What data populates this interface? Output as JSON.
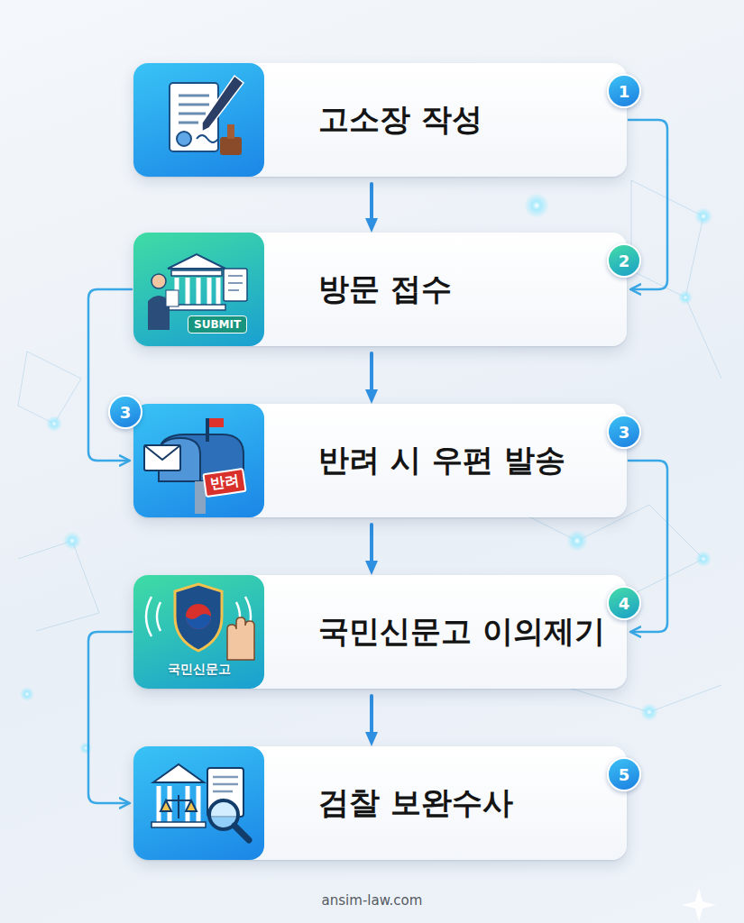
{
  "diagram": {
    "nodes": [
      {
        "text": [
          "고소장 작성"
        ]
      },
      {
        "text": [
          "방문 접수"
        ]
      },
      {
        "text": [
          "반려 시 우편 발송"
        ]
      },
      {
        "text": [
          "국민신문고 이의제기"
        ]
      },
      {
        "text": [
          "검찰 보완수사"
        ]
      }
    ],
    "edges": [
      {
        "from": 0,
        "to": 1,
        "arrow": "to"
      },
      {
        "from": 0,
        "to": 1,
        "arrow": "to"
      },
      {
        "from": 1,
        "to": 2,
        "arrow": "to"
      },
      {
        "from": 1,
        "to": 2,
        "arrow": "to"
      },
      {
        "from": 2,
        "to": 3,
        "arrow": "to"
      },
      {
        "from": 2,
        "to": 3,
        "arrow": "to"
      },
      {
        "from": 3,
        "to": 4,
        "arrow": "to"
      },
      {
        "from": 3,
        "to": 4,
        "arrow": "to"
      }
    ],
    "labels": [
      "1",
      "2",
      "SUBMIT",
      "3",
      "반려",
      "3",
      "4",
      "국민신문고",
      "5",
      "ansim-law.com"
    ]
  }
}
